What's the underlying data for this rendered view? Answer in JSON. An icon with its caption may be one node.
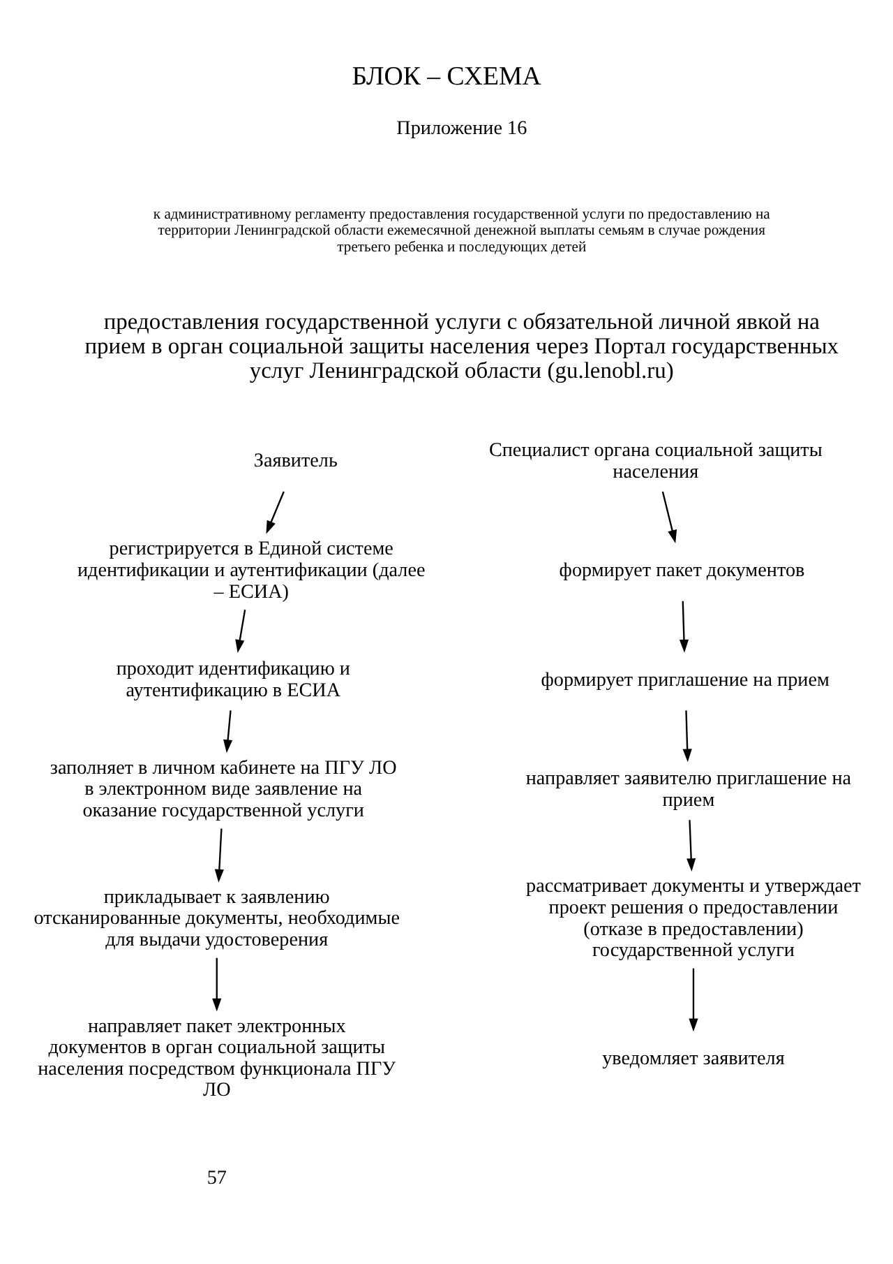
{
  "diagram": {
    "title": "БЛОК – СХЕМА",
    "nodes": [
      {
        "text": [
          "Заявитель"
        ]
      },
      {
        "text": [
          "регистрируется в Единой системе идентификации и аутентификации (далее – ЕСИА)"
        ]
      },
      {
        "text": [
          "проходит идентификацию и аутентификацию в ЕСИА"
        ]
      },
      {
        "text": [
          "заполняет в личном кабинете на ПГУ ЛО в электронном виде заявление на оказание государственной услуги"
        ]
      },
      {
        "text": [
          "прикладывает к заявлению отсканированные документы, необходимые для выдачи удостоверения"
        ]
      },
      {
        "text": [
          "направляет пакет электронных документов в орган социальной защиты населения посредством функционала ПГУ ЛО"
        ]
      },
      {
        "text": [
          "Специалист органа социальной защиты населения"
        ]
      },
      {
        "text": [
          "формирует пакет документов"
        ]
      },
      {
        "text": [
          "формирует приглашение на прием"
        ]
      },
      {
        "text": [
          "направляет заявителю приглашение на прием"
        ]
      },
      {
        "text": [
          "рассматривает документы и утверждает проект решения о предоставлении (отказе в предоставлении) государственной услуги"
        ]
      },
      {
        "text": [
          "уведомляет заявителя"
        ]
      }
    ],
    "edges": [
      {
        "from": 0,
        "to": 1,
        "arrow": "to"
      },
      {
        "from": 1,
        "to": 2,
        "arrow": "to"
      },
      {
        "from": 2,
        "to": 3,
        "arrow": "to"
      },
      {
        "from": 3,
        "to": 4,
        "arrow": "to"
      },
      {
        "from": 4,
        "to": 5,
        "arrow": "to"
      },
      {
        "from": 6,
        "to": 7,
        "arrow": "to"
      },
      {
        "from": 7,
        "to": 8,
        "arrow": "to"
      },
      {
        "from": 8,
        "to": 9,
        "arrow": "to"
      },
      {
        "from": 9,
        "to": 10,
        "arrow": "to"
      },
      {
        "from": 10,
        "to": 11,
        "arrow": "to"
      }
    ],
    "labels": [
      "Приложение 16",
      "к административному регламенту предоставления государственной услуги по предоставлению на территории Ленинградской области ежемесячной денежной выплаты семьям в случае рождения третьего ребенка и последующих детей",
      "предоставления государственной услуги с обязательной личной явкой на прием в орган социальной защиты населения через Портал государственных услуг Ленинградской области (gu.lenobl.ru)",
      "57"
    ]
  }
}
